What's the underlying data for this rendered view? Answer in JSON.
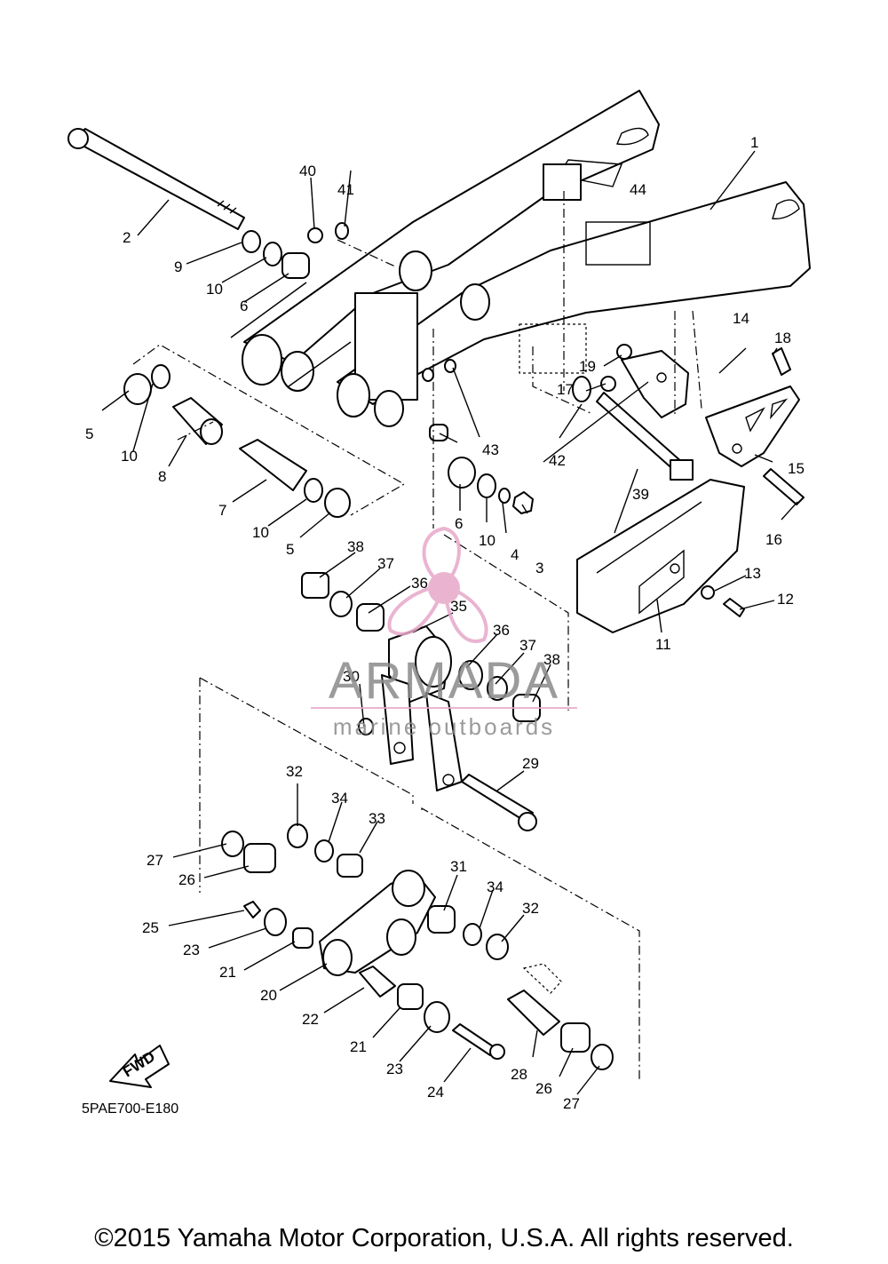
{
  "diagram": {
    "code": "5PAE700-E180",
    "fwd_label": "FWD",
    "copyright": "©2015 Yamaha Motor Corporation, U.S.A. All rights reserved."
  },
  "watermark": {
    "brand": "ARMADA",
    "tagline": "marine outboards",
    "colors": {
      "logo": "#e7a7c9",
      "text": "#8a8a8a"
    }
  },
  "callouts": [
    "1",
    "2",
    "3",
    "4",
    "5",
    "5",
    "6",
    "6",
    "7",
    "8",
    "9",
    "10",
    "10",
    "10",
    "10",
    "11",
    "12",
    "13",
    "14",
    "15",
    "16",
    "17",
    "18",
    "19",
    "20",
    "21",
    "21",
    "22",
    "23",
    "23",
    "24",
    "25",
    "26",
    "26",
    "27",
    "27",
    "28",
    "29",
    "30",
    "31",
    "32",
    "32",
    "33",
    "34",
    "34",
    "35",
    "36",
    "36",
    "37",
    "37",
    "38",
    "38",
    "39",
    "40",
    "41",
    "42",
    "43",
    "44"
  ]
}
